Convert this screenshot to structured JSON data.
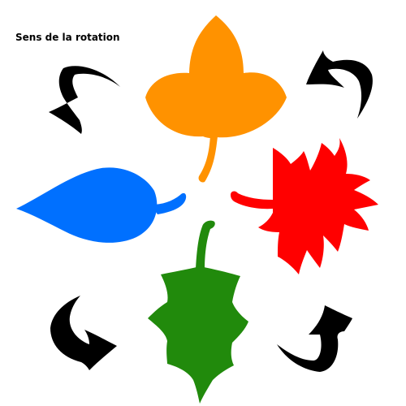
{
  "title": "Sens de la rotation",
  "colors": {
    "orange": "#ff9200",
    "red": "#ff0000",
    "blue": "#0070ff",
    "green": "#218a0c",
    "arrow": "#000000"
  },
  "leaves": [
    {
      "name": "maple-leaf-orange",
      "color_key": "orange"
    },
    {
      "name": "maple-leaf-red",
      "color_key": "red"
    },
    {
      "name": "oval-leaf-blue",
      "color_key": "blue"
    },
    {
      "name": "holly-leaf-green",
      "color_key": "green"
    }
  ],
  "arrows": [
    "top-left",
    "top-right",
    "bottom-left",
    "bottom-right"
  ]
}
